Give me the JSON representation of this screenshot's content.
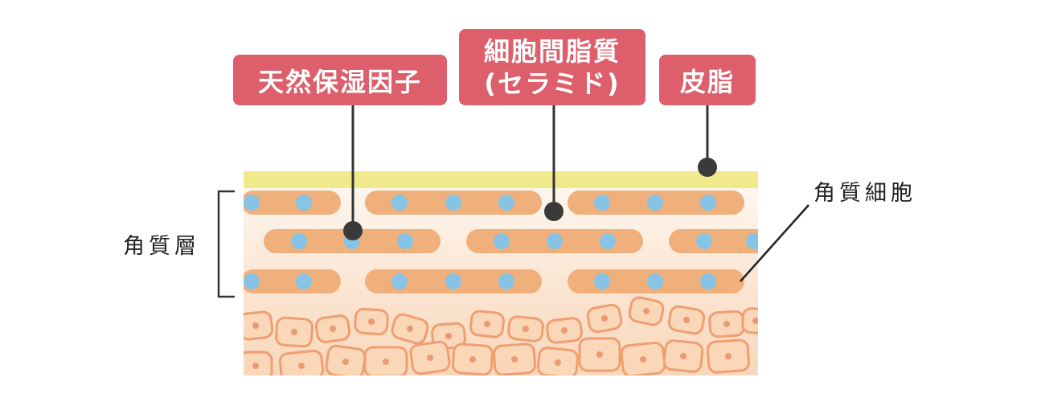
{
  "labels": {
    "natural_moisturizing_factor": "天然保湿因子",
    "intercellular_lipid_line1": "細胞間脂質",
    "intercellular_lipid_line2": "(セラミド)",
    "sebum": "皮脂",
    "corneocyte": "角質細胞",
    "stratum_corneum": "角質層"
  },
  "colors": {
    "label_fill": "#dc5f6b",
    "sebum_layer": "#f0ea8c",
    "corneocyte": "#f0b07c",
    "moisture_dot": "#86c3e4",
    "skin_light": "#fdf0e4",
    "skin_dark": "#f8d0ae",
    "cell_stroke": "#ef9f72",
    "leader_line": "#333333"
  }
}
